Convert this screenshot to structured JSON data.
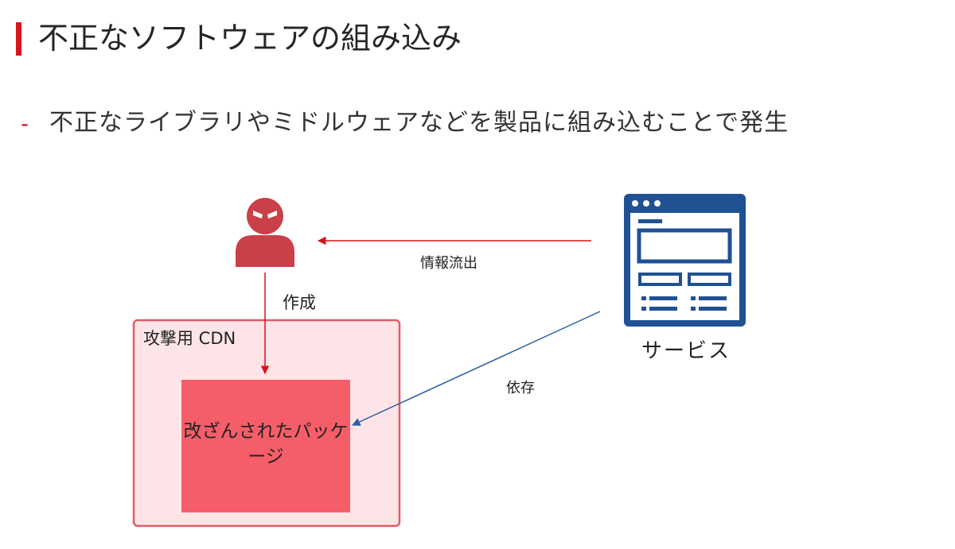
{
  "slide": {
    "title": "不正なソフトウェアの組み込み",
    "bullet_marker": "-",
    "bullet_text": "不正なライブラリやミドルウェアなどを製品に組み込むことで発生"
  },
  "diagram": {
    "cdn_box_label": "攻撃用 CDN",
    "package_label": "改ざんされたパッケージ",
    "edge_create_label": "作成",
    "edge_leak_label": "情報流出",
    "edge_depend_label": "依存",
    "service_label": "サービス"
  },
  "colors": {
    "accent_red": "#d7141a",
    "attacker_red": "#c94049",
    "cdn_fill": "#fde5e7",
    "cdn_border": "#e35b66",
    "package_fill": "#f55e69",
    "service_blue": "#1f5193",
    "depend_arrow": "#2e5fa3"
  }
}
